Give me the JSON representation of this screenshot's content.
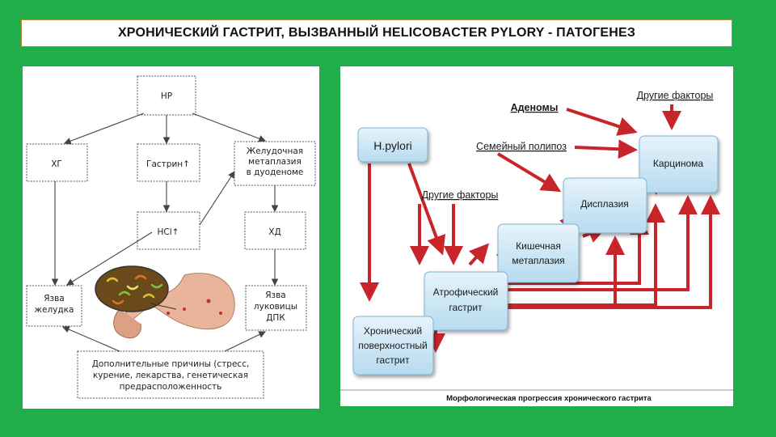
{
  "colors": {
    "background": "#1fae4a",
    "arrow_red": "#c8252b",
    "box_blue_top": "#e6f3fb",
    "box_blue_bottom": "#b6dbef",
    "box_border": "#7fb3d3"
  },
  "title": "ХРОНИЧЕСКИЙ ГАСТРИТ, ВЫЗВАННЫЙ HELICOBACTER PYLORY - ПАТОГЕНЕЗ",
  "left_diagram": {
    "hp": "НР",
    "hg": "ХГ",
    "gastrin": "Гастрин↑",
    "metaplasia": [
      "Желудочная",
      "метаплазия",
      "в дуоденоме"
    ],
    "hcl": "HCl↑",
    "hd": "ХД",
    "ulcer_stomach": [
      "Язва",
      "желудка"
    ],
    "ulcer_duodenum": [
      "Язва",
      "луковицы",
      "ДПК"
    ],
    "causes": [
      "Дополнительные причины (стресс,",
      "курение, лекарства, генетическая",
      "предрасположенность"
    ]
  },
  "right_diagram": {
    "hpylori": "H.pylori",
    "other_factors_top": "Другие факторы",
    "adenomas": "Аденомы",
    "familial_polyp": "Семейный полипоз",
    "other_factors_left": "Другие факторы",
    "carcinoma": "Карцинома",
    "dysplasia": "Дисплазия",
    "intestinal_metaplasia": [
      "Кишечная",
      "метаплазия"
    ],
    "atrophic_gastritis": [
      "Атрофический",
      "гастрит"
    ],
    "chronic_superficial": [
      "Хронический",
      "поверхностный",
      "гастрит"
    ],
    "caption": "Морфологическая прогрессия хронического гастрита"
  }
}
